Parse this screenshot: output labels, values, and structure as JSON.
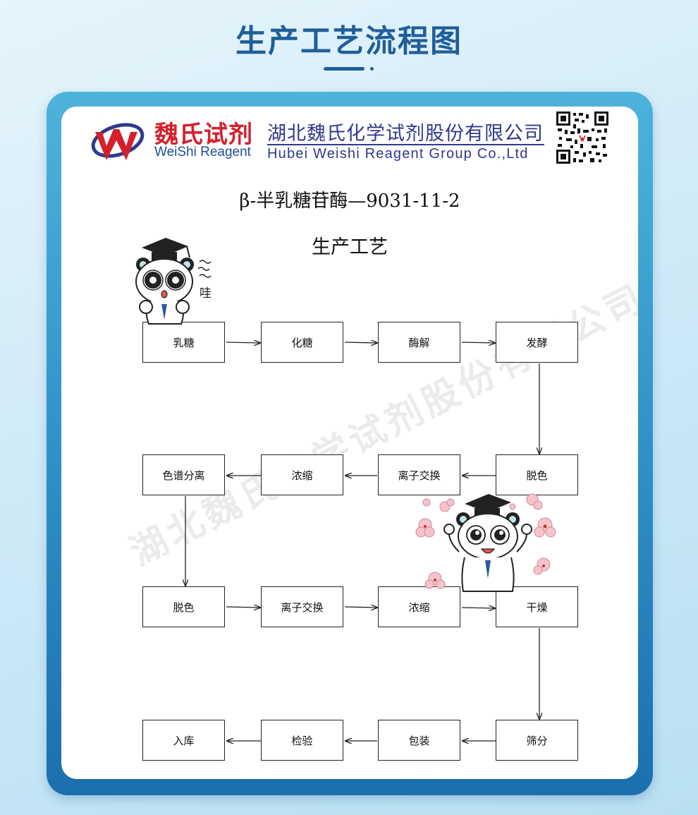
{
  "header": {
    "title": "生产工艺流程图"
  },
  "brand": {
    "name_cn": "魏氏试剂",
    "name_en": "WeiShi Reagent",
    "company_cn": "湖北魏氏化学试剂股份有限公司",
    "company_en": "Hubei Weishi Reagent Group Co.,Ltd",
    "colors": {
      "red": "#d4202c",
      "navy": "#2e3a8c",
      "blue": "#1e4f9a"
    }
  },
  "product_title": "β-半乳糖苷酶—9031-11-2",
  "section_title": "生产工艺",
  "mascot_exclaim": "哇",
  "watermark": "湖北魏氏化学试剂股份有限公司",
  "flow": {
    "steps": [
      "乳糖",
      "化糖",
      "酶解",
      "发酵",
      "脱色",
      "离子交换",
      "浓缩",
      "色谱分离",
      "脱色",
      "离子交换",
      "浓缩",
      "干燥",
      "筛分",
      "包装",
      "检验",
      "入库"
    ]
  },
  "icons": [
    "logo-w-icon",
    "qr-code-icon",
    "panda-mascot-icon",
    "flower-icon",
    "graduation-cap-icon"
  ]
}
